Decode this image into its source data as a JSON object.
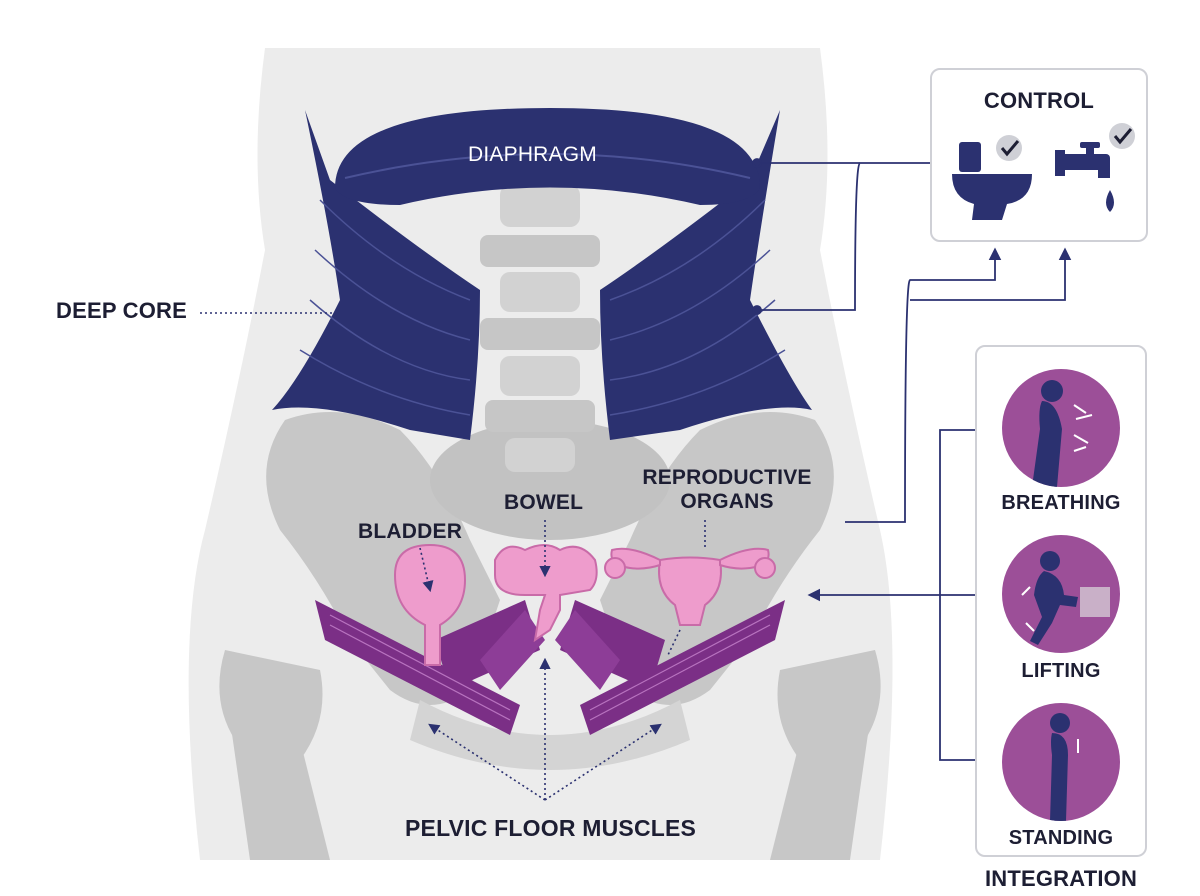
{
  "labels": {
    "diaphragm": "DIAPHRAGM",
    "deep_core": "DEEP CORE",
    "bladder": "BLADDER",
    "bowel": "BOWEL",
    "reproductive_organs_line1": "REPRODUCTIVE",
    "reproductive_organs_line2": "ORGANS",
    "pelvic_floor_muscles": "PELVIC FLOOR MUSCLES"
  },
  "control_panel": {
    "title": "CONTROL",
    "icons": [
      "toilet-icon",
      "faucet-icon",
      "check-icon"
    ]
  },
  "integration_panel": {
    "title": "INTEGRATION",
    "items": [
      {
        "label": "BREATHING",
        "icon": "breathing-figure-icon"
      },
      {
        "label": "LIFTING",
        "icon": "lifting-figure-icon"
      },
      {
        "label": "STANDING",
        "icon": "standing-figure-icon"
      }
    ]
  },
  "colors": {
    "muscle_navy": "#2b3170",
    "pelvic_purple": "#7b2f86",
    "organ_pink": "#ee9ccc",
    "bone_gray": "#c7c7c7",
    "body_silhouette": "#ececec",
    "circle_purple": "#9c4f98",
    "text_dark": "#1d1e33"
  }
}
